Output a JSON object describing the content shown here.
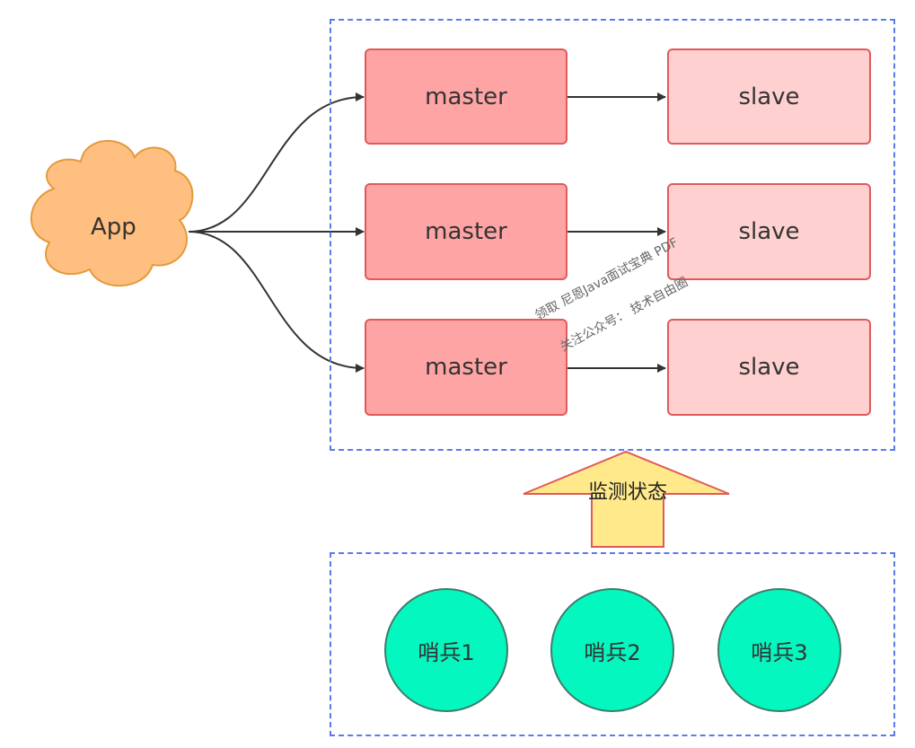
{
  "app": {
    "label": "App"
  },
  "cluster": {
    "rows": [
      {
        "master": "master",
        "slave": "slave"
      },
      {
        "master": "master",
        "slave": "slave"
      },
      {
        "master": "master",
        "slave": "slave"
      }
    ]
  },
  "monitor": {
    "label": "监测状态"
  },
  "sentinels": [
    {
      "label": "哨兵1"
    },
    {
      "label": "哨兵2"
    },
    {
      "label": "哨兵3"
    }
  ],
  "watermark": {
    "line1": "领取 尼恩Java面试宝典 PDF",
    "line2": "关注公众号： 技术自由圈"
  },
  "colors": {
    "cloud": "#ffbf80",
    "master": "#ffa4a4",
    "slave": "#ffd0d0",
    "sentinel": "#05f7c0",
    "arrow": "#ffe98a",
    "dash": "#5b7be9"
  }
}
